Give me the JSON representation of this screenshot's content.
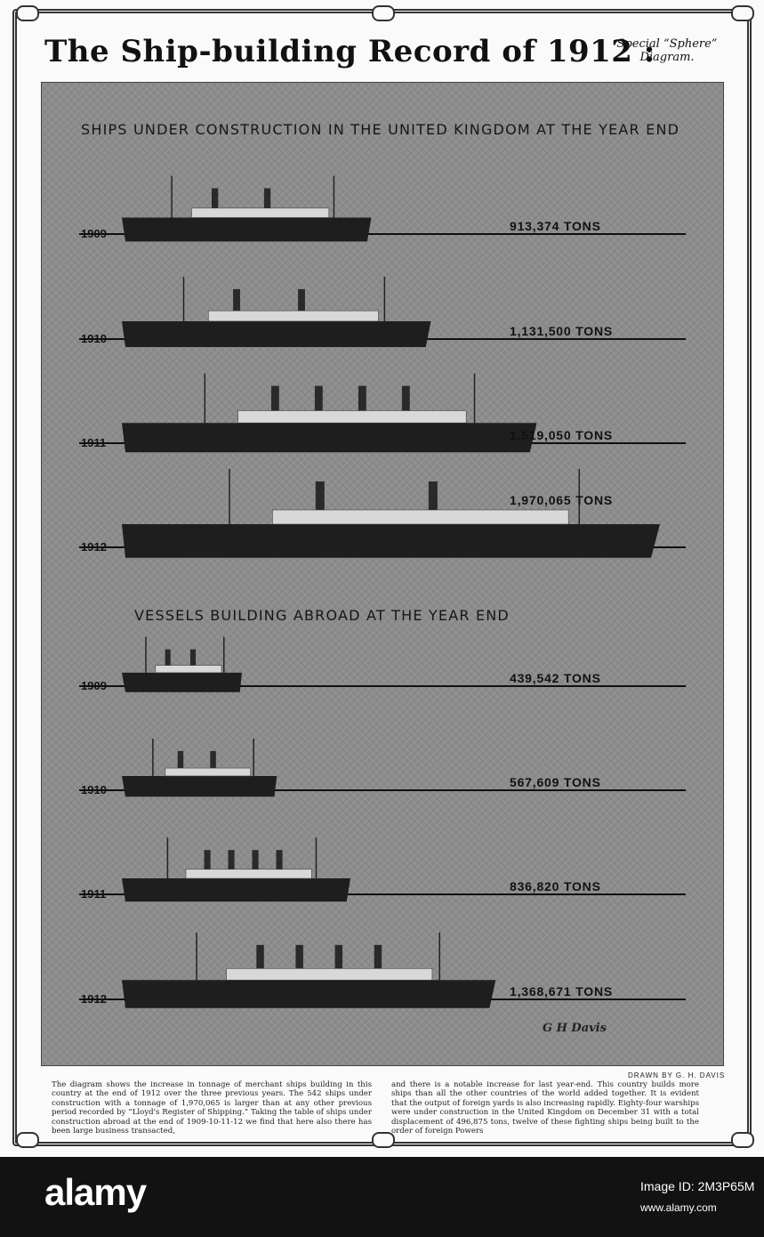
{
  "title": "The Ship-building Record of 1912 :",
  "subtitle": "Special “Sphere” Diagram.",
  "chart_data": [
    {
      "type": "bar",
      "title": "SHIPS UNDER CONSTRUCTION IN THE UNITED KINGDOM AT THE YEAR END",
      "categories": [
        "1909",
        "1910",
        "1911",
        "1912"
      ],
      "values": [
        913374,
        1131500,
        1519050,
        1970065
      ],
      "value_labels": [
        "913,374 TONS",
        "1,131,500 TONS",
        "1,519,050 TONS",
        "1,970,065 TONS"
      ],
      "unit": "TONS"
    },
    {
      "type": "bar",
      "title": "VESSELS BUILDING ABROAD AT THE YEAR END",
      "categories": [
        "1909",
        "1910",
        "1911",
        "1912"
      ],
      "values": [
        439542,
        567609,
        836820,
        1368671
      ],
      "value_labels": [
        "439,542 TONS",
        "567,609 TONS",
        "836,820 TONS",
        "1,368,671 TONS"
      ],
      "unit": "TONS"
    }
  ],
  "signature": "G H Davis",
  "credit": "DRAWN BY G. H. DAVIS",
  "caption": {
    "col1": "The diagram shows the increase in tonnage of merchant ships building in this country at the end of 1912 over the three previous years. The 542 ships under construction with a tonnage of 1,970,065 is larger than at any other previous period recorded by “Lloyd's Register of Shipping.” Taking the table of ships under construction abroad at the end of 1909-10-11-12 we find that here also there has been large business transacted,",
    "col2": "and there is a notable increase for last year-end. This country builds more ships than all the other countries of the world added together. It is evident that the output of foreign yards is also increasing rapidly. Eighty-four warships were under construction in the United Kingdom on December 31 with a total displacement of 496,875 tons, twelve of these fighting ships being built to the order of foreign Powers"
  },
  "footer": {
    "logo": "alamy",
    "image_id": "Image ID: 2M3P65M",
    "site": "www.alamy.com"
  },
  "colors": {
    "background": "#8c8c8c",
    "hull": "#1e1e1e",
    "superstructure": "#d8d8d8",
    "funnel": "#2a2a2a",
    "line": "#101010",
    "footer": "#121212"
  }
}
